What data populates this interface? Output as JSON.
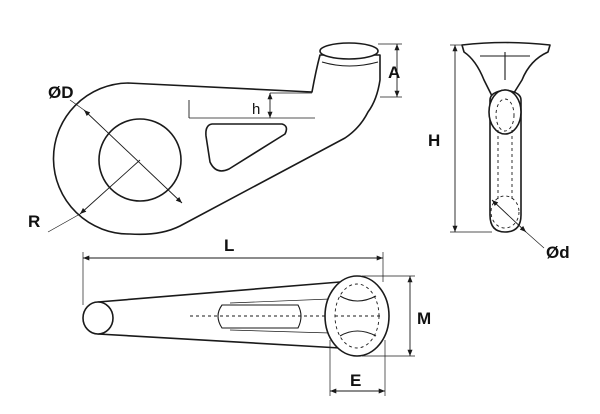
{
  "labels": {
    "bore_diameter": "ØD",
    "radius": "R",
    "offset_height": "h",
    "top_height": "A",
    "overall_height": "H",
    "rod_diameter": "Ød",
    "overall_length": "L",
    "head_width": "M",
    "head_depth": "E"
  },
  "colors": {
    "line": "#1a1a1a",
    "background": "#ffffff"
  }
}
